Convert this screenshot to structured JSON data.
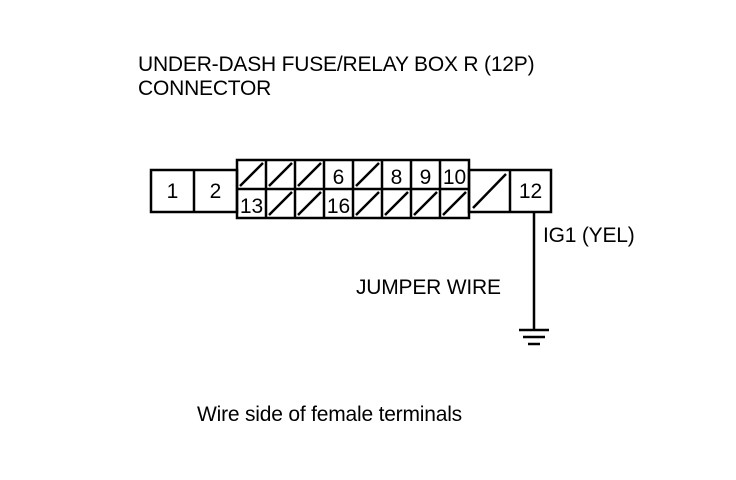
{
  "title": {
    "line1": "UNDER-DASH FUSE/RELAY BOX R (12P)",
    "line2": "CONNECTOR"
  },
  "connector": {
    "left_terminals": [
      "1",
      "2"
    ],
    "top_row": [
      "",
      "",
      "",
      "6",
      "",
      "8",
      "9",
      "10"
    ],
    "bottom_row": [
      "13",
      "",
      "",
      "16",
      "",
      "",
      "",
      ""
    ],
    "right_terminals": [
      "",
      "12"
    ]
  },
  "wire_label": "IG1 (YEL)",
  "jumper_label": "JUMPER WIRE",
  "ground_icon": "ground-icon",
  "caption": "Wire side of female terminals"
}
